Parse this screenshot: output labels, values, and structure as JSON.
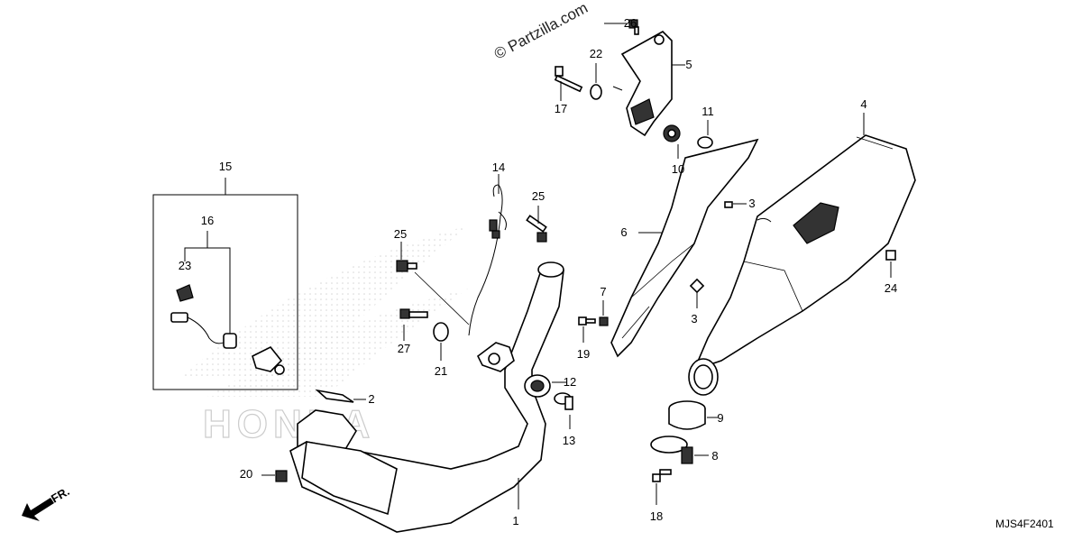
{
  "watermark": "© Partzilla.com",
  "diagram_code": "MJS4F2401",
  "direction_label": "FR.",
  "callouts": [
    "1",
    "2",
    "3",
    "3",
    "4",
    "5",
    "6",
    "7",
    "8",
    "9",
    "10",
    "11",
    "12",
    "13",
    "14",
    "15",
    "16",
    "17",
    "18",
    "19",
    "20",
    "21",
    "22",
    "23",
    "24",
    "25",
    "25",
    "26",
    "27"
  ],
  "background_logo_text": "HONDA"
}
